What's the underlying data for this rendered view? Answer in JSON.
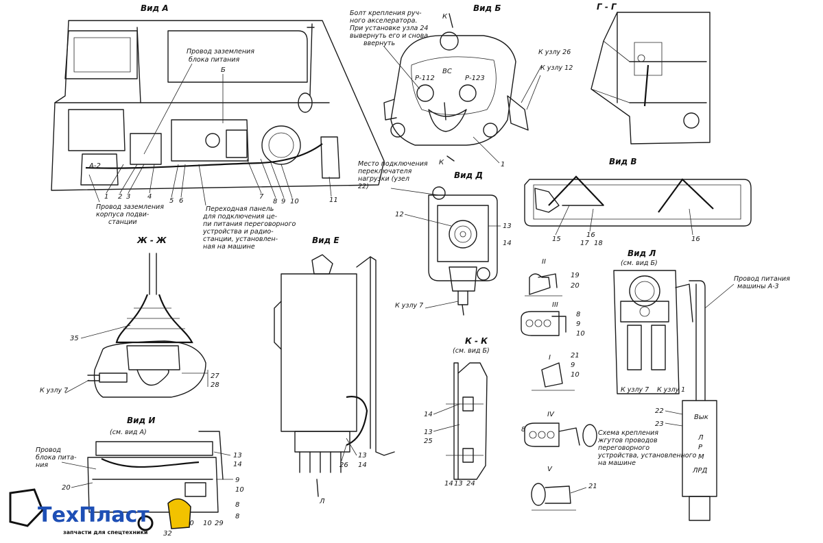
{
  "views": {
    "a": "Вид А",
    "b": "Вид Б",
    "gg": "Г - Г",
    "v": "Вид В",
    "d": "Вид Д",
    "zhzh": "Ж - Ж",
    "e": "Вид Е",
    "l": "Вид Л",
    "l_sub": "(см. вид Б)",
    "kk": "К - К",
    "kk_sub": "(см. вид Б)",
    "i": "Вид И",
    "i_sub": "(см. вид А)",
    "sec_ii": "II",
    "sec_iii": "III",
    "sec_i": "I",
    "sec_iv": "IV",
    "sec_v": "V"
  },
  "notes": {
    "ground_power": [
      "Провод заземления",
      "блока питания"
    ],
    "ground_body": [
      "Провод заземления",
      "корпуса подви-",
      "станции"
    ],
    "bolts": [
      "Болт крепления руч-",
      "ного акселератора.",
      "При установке узла 24",
      "вывернуть его и снова",
      "ввернуть"
    ],
    "to_node26": "К узлу 26",
    "to_node12": "К узлу 12",
    "k_top": "К",
    "k_bottom": "К",
    "p112": "Р-112",
    "bc": "ВС",
    "r123": "Р-123",
    "a2": "А-2",
    "b_mark": "Б",
    "connect_place": [
      "Место подключения",
      "переключателя",
      "нагрузки (узел",
      "22)"
    ],
    "adapter": [
      "Переходная панель",
      "для подключения це-",
      "пи питания переговорного",
      "устройства и радио-",
      "станции, установлен-",
      "ная на машине"
    ],
    "to_node7_d": "К узлу 7",
    "to_node7_zh": "К узлу 7",
    "power_wire": [
      "Провод питания",
      "машины А-3"
    ],
    "to_node7_l": "К узлу 7",
    "to_node1_l": "К узлу 1",
    "wire_i": [
      "Провод",
      "блока пита-",
      "ния"
    ],
    "wire_route": [
      "Схема крепления",
      "жгутов проводов",
      "переговорного",
      "устройства, установленного",
      "на машине"
    ],
    "vyk": "Вык",
    "l_letter": "Л",
    "p_letter": "Р",
    "m_letter": "М",
    "lrd": "ЛРД",
    "arrow_l": "Л"
  },
  "numbers": {
    "a_nums": [
      "1",
      "2",
      "3",
      "4",
      "5",
      "6",
      "7",
      "8",
      "9",
      "10",
      "11"
    ],
    "b_num": "1",
    "d_nums": [
      "12",
      "13",
      "14"
    ],
    "v_nums": [
      "15",
      "16",
      "17",
      "18",
      "16"
    ],
    "zh_nums": [
      "35",
      "27",
      "28"
    ],
    "e_nums": [
      "26",
      "13",
      "14"
    ],
    "kk_nums": [
      "14",
      "13",
      "25",
      "24",
      "14",
      "13"
    ],
    "i_nums": [
      "13",
      "14",
      "20",
      "9",
      "10",
      "8",
      "8",
      "10",
      "29",
      "30",
      "32"
    ],
    "sec_nums": [
      "19",
      "20",
      "8",
      "9",
      "10",
      "21",
      "9",
      "10",
      "8",
      "21"
    ],
    "l_nums": [
      "22",
      "23"
    ]
  },
  "logo": {
    "brand_a": "ТехПласт",
    "tagline": "запчасти для спецтехники",
    "colors": {
      "blue": "#1e4fb5",
      "yellow": "#f2c200",
      "black": "#111111"
    }
  }
}
